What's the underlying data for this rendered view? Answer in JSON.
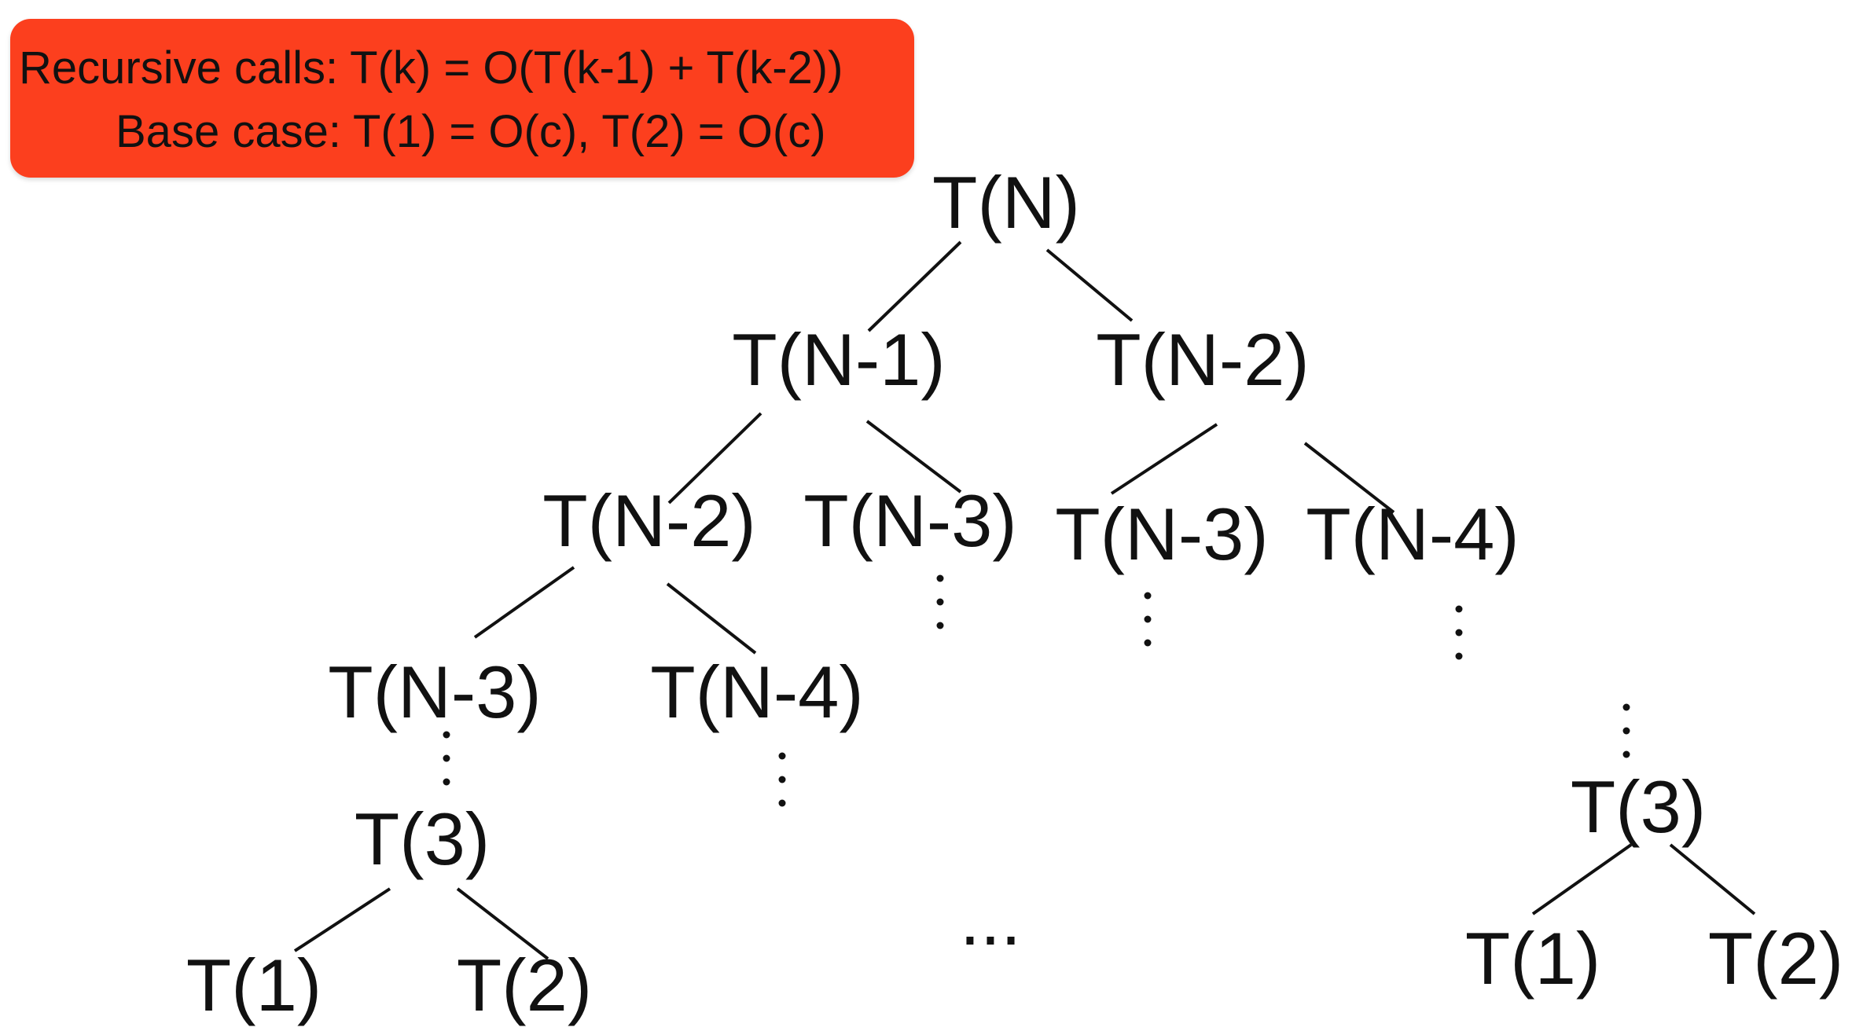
{
  "banner": {
    "recursive_line": "Recursive calls: T(k) = O(T(k-1) + T(k-2))",
    "base_line": "Base case: T(1) = O(c), T(2) = O(c)",
    "background_color": "#FC3F1E",
    "text_color": "#111111"
  },
  "tree": {
    "nodes": [
      {
        "id": "n-root",
        "label": "T(N)"
      },
      {
        "id": "n-l1-left",
        "label": "T(N-1)"
      },
      {
        "id": "n-l1-right",
        "label": "T(N-2)"
      },
      {
        "id": "n-l2-a",
        "label": "T(N-2)"
      },
      {
        "id": "n-l2-b",
        "label": "T(N-3)"
      },
      {
        "id": "n-l2-c",
        "label": "T(N-3)"
      },
      {
        "id": "n-l2-d",
        "label": "T(N-4)"
      },
      {
        "id": "n-l3-a",
        "label": "T(N-3)"
      },
      {
        "id": "n-l3-b",
        "label": "T(N-4)"
      },
      {
        "id": "n-left-t3",
        "label": "T(3)"
      },
      {
        "id": "n-left-t1",
        "label": "T(1)"
      },
      {
        "id": "n-left-t2",
        "label": "T(2)"
      },
      {
        "id": "n-right-t3",
        "label": "T(3)"
      },
      {
        "id": "n-right-t1",
        "label": "T(1)"
      },
      {
        "id": "n-right-t2",
        "label": "T(2)"
      }
    ],
    "middle_ellipsis": "..."
  }
}
